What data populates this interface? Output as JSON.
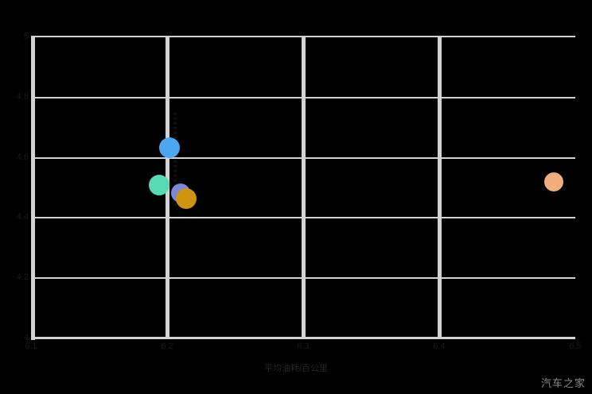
{
  "chart_data": {
    "type": "scatter",
    "title": "",
    "subtitle": "",
    "xlabel": "平均油耗/百公里",
    "ylabel": "",
    "xlim": [
      6.1,
      6.5
    ],
    "ylim": [
      4.0,
      5.0
    ],
    "grid": true,
    "legend": "none",
    "background": "#000000",
    "gridcolor": "#d2d2d2",
    "xticks": [
      "6.1",
      "6.2",
      "6.3",
      "6.4",
      "6.5"
    ],
    "xtick_values": [
      6.1,
      6.2,
      6.3,
      6.4,
      6.5
    ],
    "yticks": [
      "5",
      "4.8",
      "4.6",
      "4.4",
      "4.2",
      "4"
    ],
    "ytick_values": [
      5,
      4.8,
      4.6,
      4.4,
      4.2,
      4
    ],
    "points": [
      {
        "name": "bubble-blue",
        "x": 6.202,
        "y": 4.632,
        "r": 13,
        "color": "#4da6f0"
      },
      {
        "name": "bubble-teal",
        "x": 6.194,
        "y": 4.508,
        "r": 13,
        "color": "#57d9b4"
      },
      {
        "name": "bubble-purple",
        "x": 6.21,
        "y": 4.482,
        "r": 12,
        "color": "#7b86dd"
      },
      {
        "name": "bubble-gold",
        "x": 6.214,
        "y": 4.464,
        "r": 13,
        "color": "#cf9412"
      },
      {
        "name": "bubble-peach",
        "x": 6.484,
        "y": 4.521,
        "r": 12,
        "color": "#f2ad7c"
      }
    ],
    "trendline": {
      "style": "dotted",
      "color": "#111111",
      "x1": 6.206,
      "y1": 4.75,
      "x2": 6.206,
      "y2": 4.44
    }
  },
  "watermark": {
    "text": "汽车之家"
  }
}
